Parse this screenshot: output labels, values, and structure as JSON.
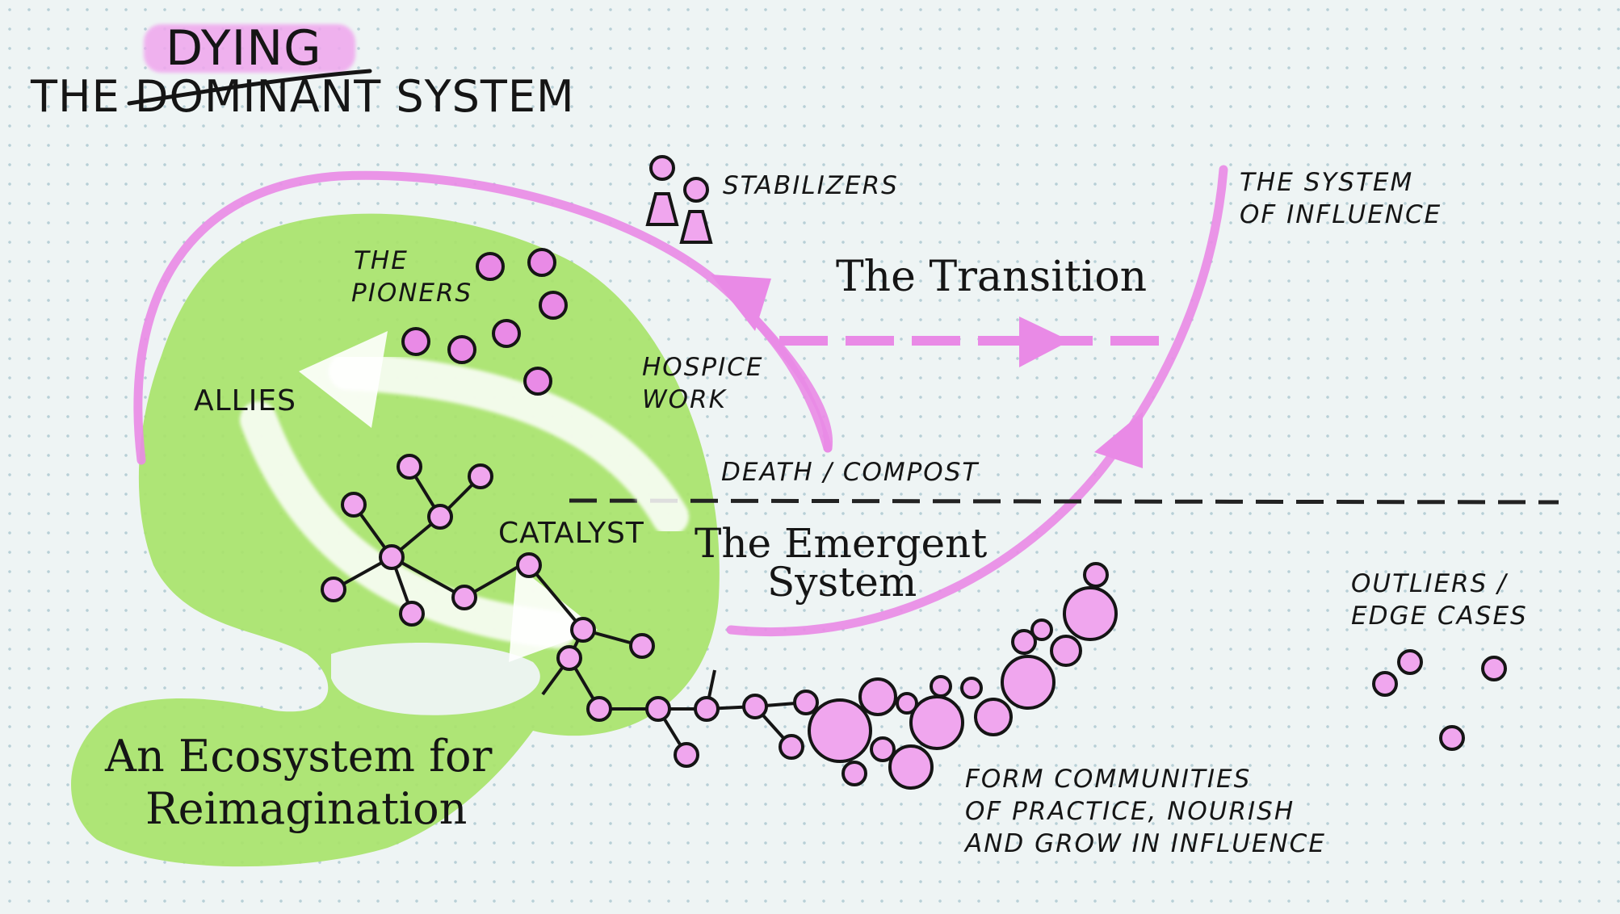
{
  "colors": {
    "background": "#eef4f4",
    "dot_grid": "#b7cfd6",
    "ecosystem_green": "#a8e36a",
    "pink": "#e98ae6",
    "pink_fill": "#f0a6ee",
    "ink": "#151515",
    "white_arrow": "#ffffff"
  },
  "title": {
    "dying": "DYING",
    "line": "THE DOMINANT SYSTEM"
  },
  "labels": {
    "stabilizers": "STABILIZERS",
    "system_of_influence_1": "THE SYSTEM",
    "system_of_influence_2": "OF INFLUENCE",
    "transition": "The Transition",
    "pioneers_1": "THE",
    "pioneers_2": "PIONERS",
    "allies": "ALLIES",
    "hospice_1": "HOSPICE",
    "hospice_2": "WORK",
    "death_compost": "DEATH / COMPOST",
    "catalyst": "CATALYST",
    "emergent_1": "The Emergent",
    "emergent_2": "System",
    "outliers_1": "OUTLIERS /",
    "outliers_2": "EDGE CASES",
    "communities_1": "FORM COMMUNITIES",
    "communities_2": "OF PRACTICE, NOURISH",
    "communities_3": "AND GROW IN INFLUENCE",
    "ecosystem_1": "An Ecosystem for",
    "ecosystem_2": "Reimagination"
  },
  "icons": [
    "people-icon",
    "arrowhead-icon",
    "network-node-icon"
  ]
}
